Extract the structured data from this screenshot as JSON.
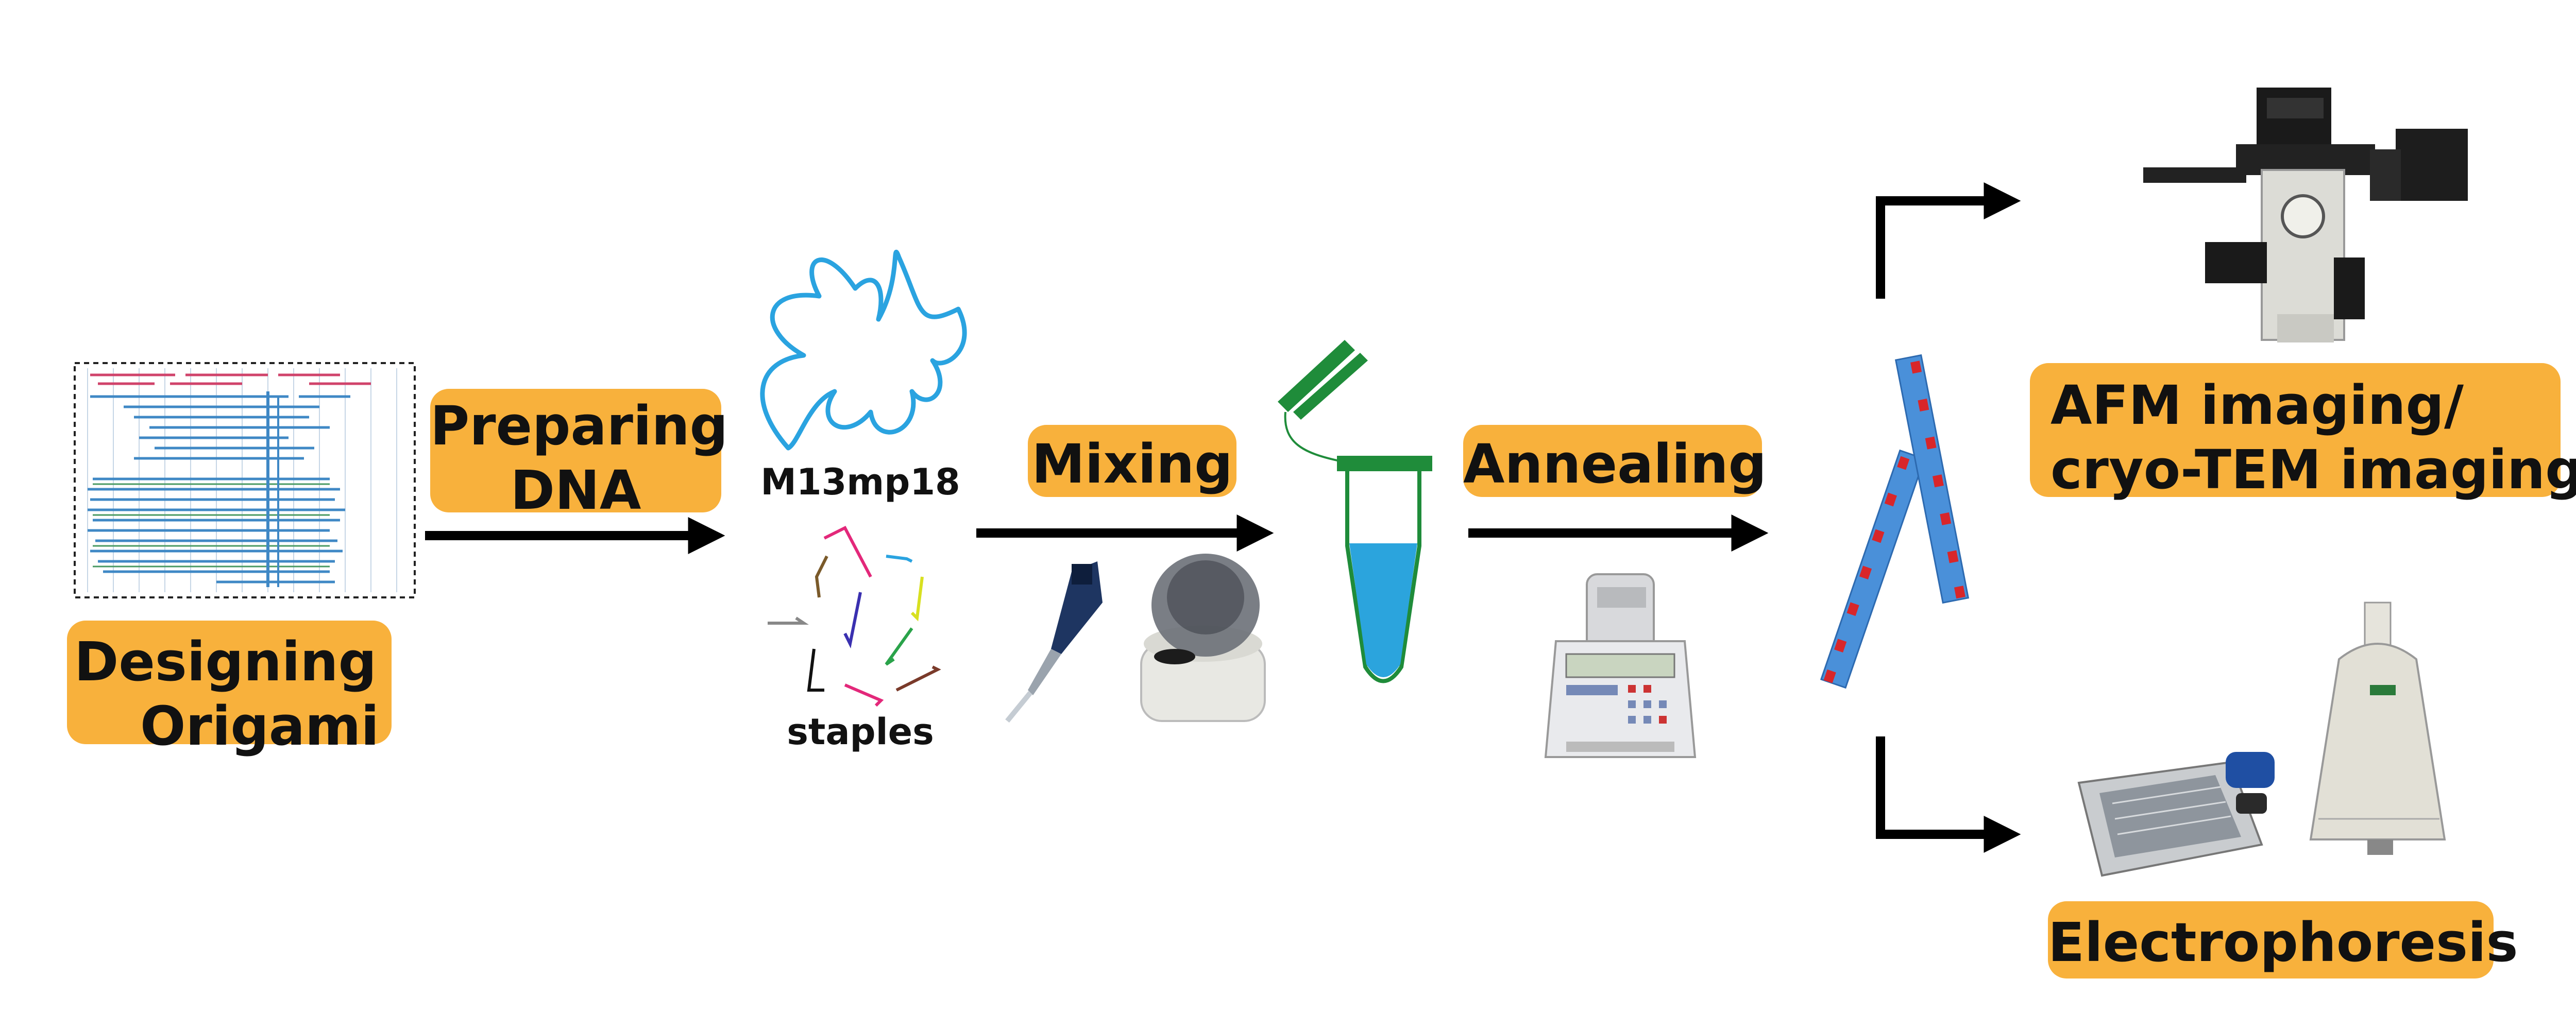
{
  "steps": {
    "designing": {
      "line1": "Designing",
      "line2": "Origami"
    },
    "preparing": {
      "line1": "Preparing",
      "line2": "DNA"
    },
    "mixing": {
      "label": "Mixing"
    },
    "annealing": {
      "label": "Annealing"
    },
    "afm": {
      "line1": "AFM imaging/",
      "line2": "cryo-TEM imaging"
    },
    "electrophoresis": {
      "label": "Electrophoresis"
    }
  },
  "captions": {
    "scaffold": "M13mp18",
    "staples": "staples"
  },
  "colors": {
    "label_fill": "#f8b13c",
    "scaffold": "#2aa3e0",
    "tube_liquid": "#2ba4dd",
    "tube_cap": "#1f8c3a",
    "bundle": "#4a90d9",
    "bundle_marks": "#d8262a",
    "arrow": "#000000"
  }
}
